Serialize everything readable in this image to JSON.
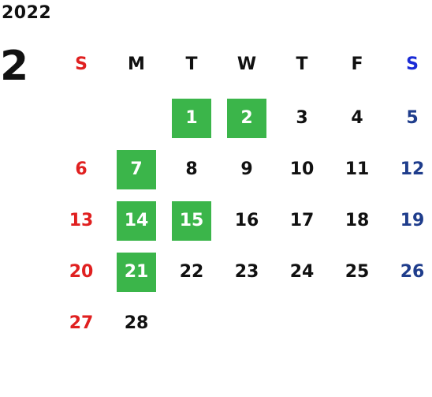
{
  "calendar": {
    "year": "2022",
    "month": "2",
    "weekdays": [
      "S",
      "M",
      "T",
      "W",
      "T",
      "F",
      "S"
    ],
    "first_weekday_index": 2,
    "days": [
      "1",
      "2",
      "3",
      "4",
      "5",
      "6",
      "7",
      "8",
      "9",
      "10",
      "11",
      "12",
      "13",
      "14",
      "15",
      "16",
      "17",
      "18",
      "19",
      "20",
      "21",
      "22",
      "23",
      "24",
      "25",
      "26",
      "27",
      "28"
    ],
    "highlighted_days": [
      "1",
      "2",
      "7",
      "14",
      "15",
      "21"
    ]
  },
  "colors": {
    "text": "#111111",
    "sunday": "#e02020",
    "saturday_header": "#1a2bd6",
    "saturday": "#1f3d8c",
    "highlight_bg": "#3bb54a",
    "highlight_text": "#ffffff"
  }
}
